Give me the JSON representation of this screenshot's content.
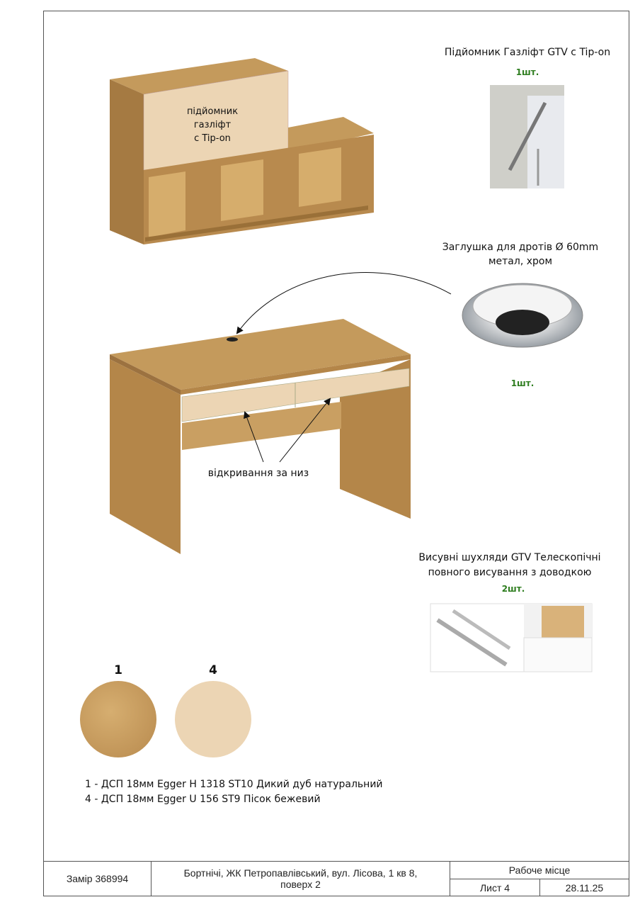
{
  "items": [
    {
      "title": "Підйомник Газліфт GTV с Tip-on",
      "qty": "1шт."
    },
    {
      "title": "Заглушка для дротів Ø 60mm",
      "subtitle": "метал, хром",
      "qty": "1шт."
    },
    {
      "title": "Висувні шухляди GTV Телескопічні",
      "subtitle": "повного висування з доводкою",
      "qty": "2шт."
    }
  ],
  "annotations": {
    "lift_line1": "підйомник",
    "lift_line2": "газліфт",
    "lift_line3": "с Tip-on",
    "drawer_open": "відкривання за низ"
  },
  "swatches": [
    {
      "num": "1",
      "color": "#c9a064"
    },
    {
      "num": "4",
      "color": "#ecd5b4"
    }
  ],
  "materials": [
    "1 - ДСП 18мм Egger H 1318 ST10 Дикий дуб натуральний",
    "4 - ДСП 18мм Egger U 156 ST9 Пісок бежевий"
  ],
  "title_block": {
    "order": "Замір 368994",
    "address_line1": "Бортнічі, ЖК Петропавлівський, вул. Лісова, 1 кв 8,",
    "address_line2": "поверх 2",
    "name": "Рабоче місце",
    "sheet": "Лист 4",
    "date": "28.11.25"
  }
}
